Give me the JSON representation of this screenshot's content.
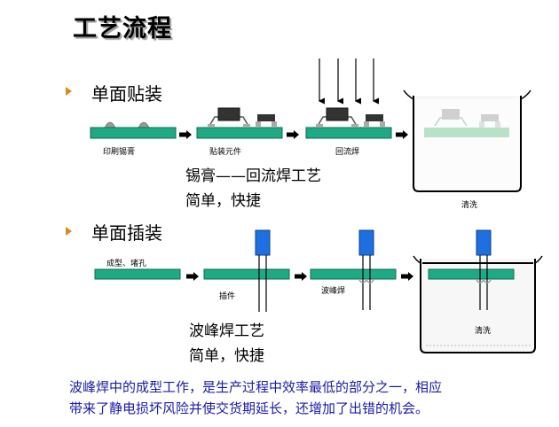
{
  "title": "工艺流程",
  "section1": {
    "heading": "单面贴装",
    "step_labels": [
      "印刷锡膏",
      "贴装元件",
      "回流焊",
      "清洗"
    ],
    "process_name": "锡膏——回流焊工艺",
    "process_desc": "简单，快捷"
  },
  "section2": {
    "heading": "单面插装",
    "step_labels": [
      "成型、堵孔",
      "插件",
      "波峰焊",
      "清洗"
    ],
    "process_name": "波峰焊工艺",
    "process_desc": "简单，快捷"
  },
  "note": {
    "line1": "波峰焊中的成型工作，是生产过程中效率最低的部分之一，相应",
    "line2": "带来了静电损坏风险并使交货期延长，还增加了出错的机会。"
  },
  "colors": {
    "board": "#1faa86",
    "component_body": "#333333",
    "component_pad": "#a0a0a0",
    "inserted_component": "#1e6fe0",
    "bullet": "#d98a1f",
    "note_text": "#1a1aa8",
    "faded_board": "#b8e2c8"
  },
  "icons": [
    "bullet-icon",
    "arrow-right-icon",
    "down-arrow-icon",
    "wash-tank-icon"
  ]
}
